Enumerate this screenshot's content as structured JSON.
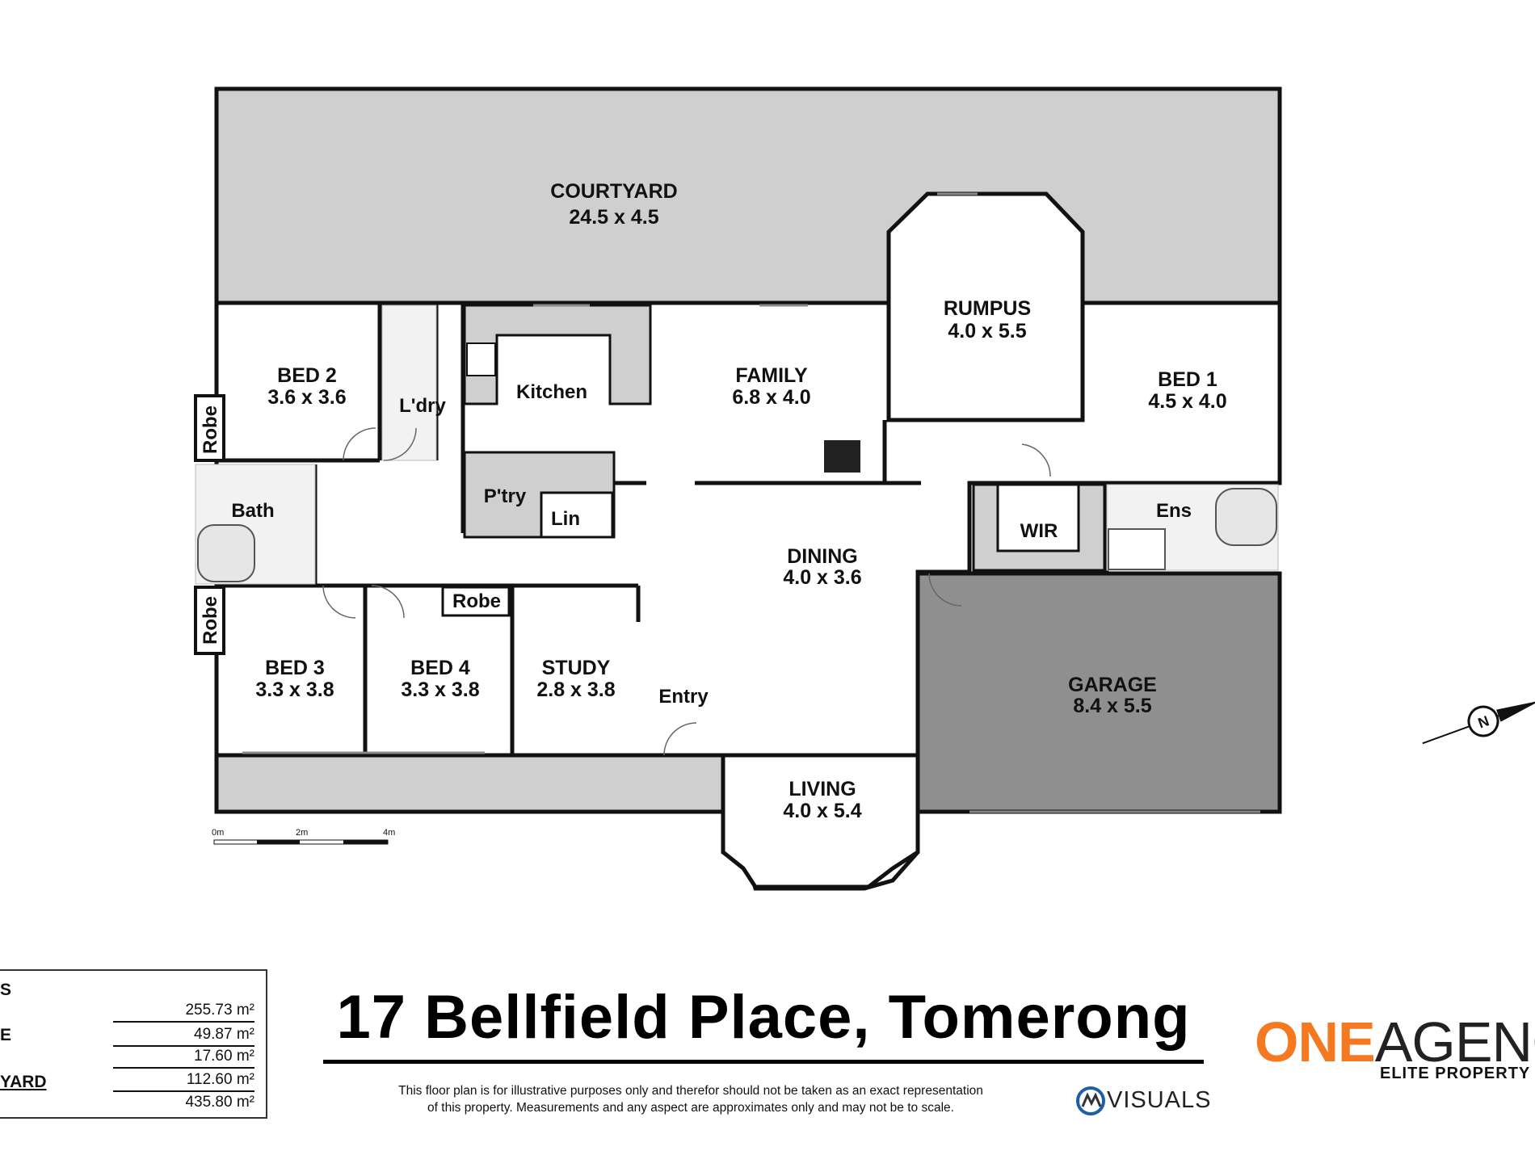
{
  "rooms": {
    "courtyard": {
      "name": "COURTYARD",
      "dim": "24.5 x 4.5"
    },
    "rumpus": {
      "name": "RUMPUS",
      "dim": "4.0 x 5.5"
    },
    "bed2": {
      "name": "BED 2",
      "dim": "3.6 x 3.6"
    },
    "bed1": {
      "name": "BED 1",
      "dim": "4.5 x 4.0"
    },
    "family": {
      "name": "FAMILY",
      "dim": "6.8 x 4.0"
    },
    "kitchen": {
      "name": "Kitchen"
    },
    "laundry": {
      "name": "L'dry"
    },
    "pantry": {
      "name": "P'try"
    },
    "linen": {
      "name": "Lin"
    },
    "bath": {
      "name": "Bath"
    },
    "robe_top": {
      "name": "Robe"
    },
    "robe_bottom": {
      "name": "Robe"
    },
    "robe_bed4": {
      "name": "Robe"
    },
    "wir": {
      "name": "WIR"
    },
    "ensuite": {
      "name": "Ens"
    },
    "dining": {
      "name": "DINING",
      "dim": "4.0 x 3.6"
    },
    "bed3": {
      "name": "BED 3",
      "dim": "3.3 x 3.8"
    },
    "bed4": {
      "name": "BED 4",
      "dim": "3.3 x 3.8"
    },
    "study": {
      "name": "STUDY",
      "dim": "2.8 x 3.8"
    },
    "entry": {
      "name": "Entry"
    },
    "garage": {
      "name": "GARAGE",
      "dim": "8.4 x 5.5"
    },
    "living": {
      "name": "LIVING",
      "dim": "4.0 x 5.4"
    }
  },
  "scale_bar": {
    "labels": [
      "0m",
      "2m",
      "4m"
    ]
  },
  "compass": {
    "label": "N"
  },
  "title": "17 Bellfield Place, Tomerong",
  "disclaimer": {
    "line1": "This floor plan is for illustrative purposes only and  therefor should not be taken as an exact representation",
    "line2": "of this property. Measurements and any aspect are  approximates only and may not be to scale."
  },
  "photographer_logo": {
    "text": "VISUALS"
  },
  "agency": {
    "part1": "ONE",
    "part2": "AGENC",
    "sub": "ELITE PROPERTY C"
  },
  "areas": {
    "header": "S",
    "rows": [
      {
        "label": "",
        "value": "255.73 m²"
      },
      {
        "label": "E",
        "value": "49.87 m²"
      },
      {
        "label": "",
        "value": "17.60 m²"
      },
      {
        "label": "YARD",
        "value": "112.60 m²"
      },
      {
        "label": "",
        "value": "435.80 m²"
      }
    ]
  },
  "colors": {
    "wall": "#111111",
    "courtyard": "#cfcfcf",
    "garage": "#8f8f8f",
    "wet": "#d9d9d9",
    "agency_orange": "#f47920"
  }
}
